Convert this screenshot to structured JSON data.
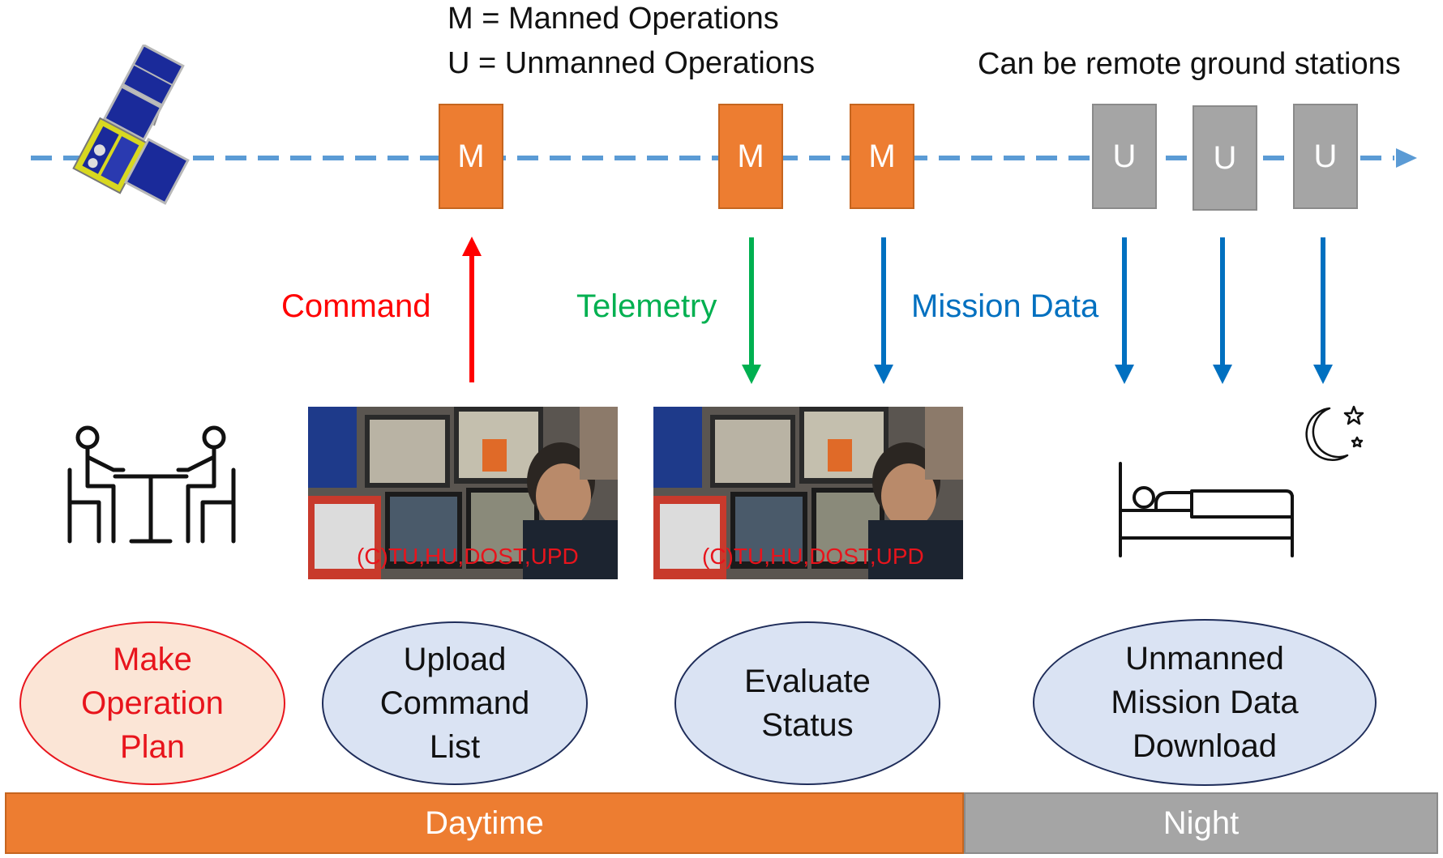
{
  "legend": {
    "manned": "M = Manned Operations",
    "unmanned": "U = Unmanned Operations"
  },
  "remote_note": "Can be remote ground stations",
  "passes": [
    {
      "label": "M",
      "kind": "manned"
    },
    {
      "label": "M",
      "kind": "manned"
    },
    {
      "label": "M",
      "kind": "manned"
    },
    {
      "label": "U",
      "kind": "unmanned"
    },
    {
      "label": "U",
      "kind": "unmanned"
    },
    {
      "label": "U",
      "kind": "unmanned"
    }
  ],
  "links": {
    "command": "Command",
    "telemetry": "Telemetry",
    "mission_data": "Mission Data"
  },
  "photos": [
    {
      "copyright": "(C)TU,HU,DOST,UPD"
    },
    {
      "copyright": "(C)TU,HU,DOST,UPD"
    }
  ],
  "steps": [
    {
      "lines": [
        "Make",
        "Operation",
        "Plan"
      ]
    },
    {
      "lines": [
        "Upload",
        "Command",
        "List"
      ]
    },
    {
      "lines": [
        "Evaluate",
        "Status"
      ]
    },
    {
      "lines": [
        "Unmanned",
        "Mission Data",
        "Download"
      ]
    }
  ],
  "phases": {
    "day": "Daytime",
    "night": "Night"
  },
  "colors": {
    "manned": "#ed7d31",
    "unmanned": "#a5a5a5",
    "command": "#ff0000",
    "telemetry": "#00b050",
    "mission_data": "#0070c0",
    "timeline": "#5b9bd5",
    "plan_text": "#e8141c",
    "plan_fill": "#fbe5d6",
    "step_fill": "#dae3f3"
  },
  "icons": [
    "satellite-icon",
    "meeting-icon",
    "bed-icon",
    "moon-stars-icon"
  ]
}
